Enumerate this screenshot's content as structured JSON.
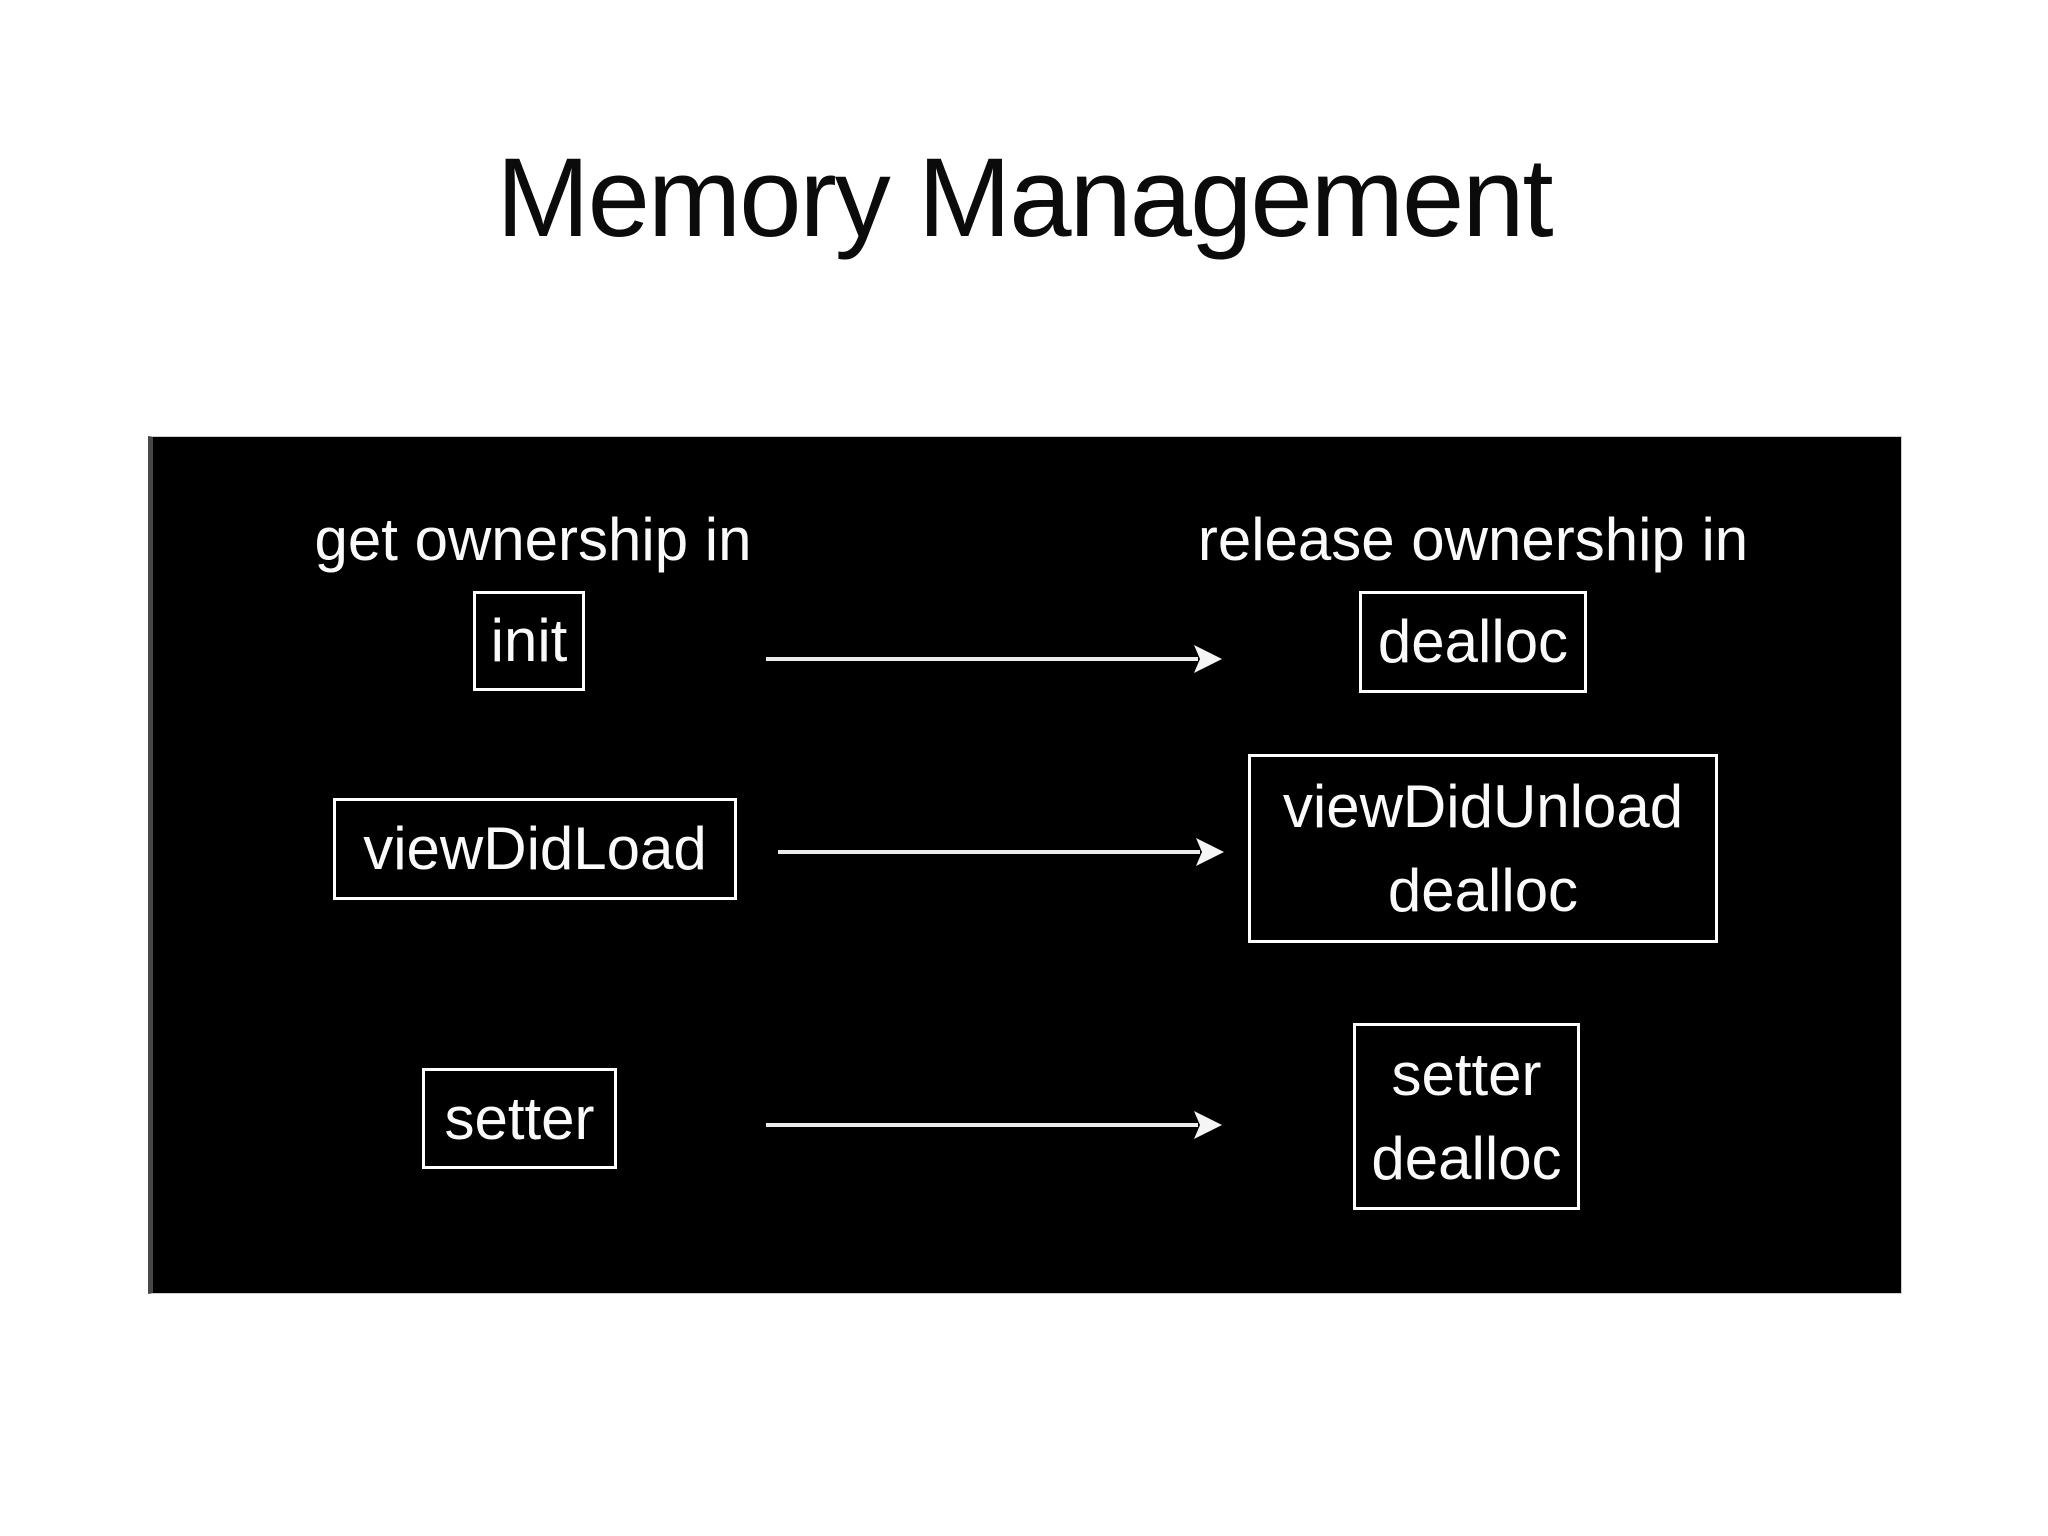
{
  "slide": {
    "title": "Memory Management"
  },
  "diagram": {
    "headers": {
      "left": "get ownership in",
      "right": "release ownership in"
    },
    "rows": [
      {
        "left": "init",
        "right": [
          "dealloc"
        ]
      },
      {
        "left": "viewDidLoad",
        "right": [
          "viewDidUnload",
          "dealloc"
        ]
      },
      {
        "left": "setter",
        "right": [
          "setter",
          "dealloc"
        ]
      }
    ],
    "colors": {
      "slide_bg": "#ffffff",
      "title_text": "#0b0b0b",
      "panel_bg": "#000000",
      "panel_text": "#fafafa",
      "box_border": "#ffffff",
      "arrow": "#ececec"
    }
  }
}
